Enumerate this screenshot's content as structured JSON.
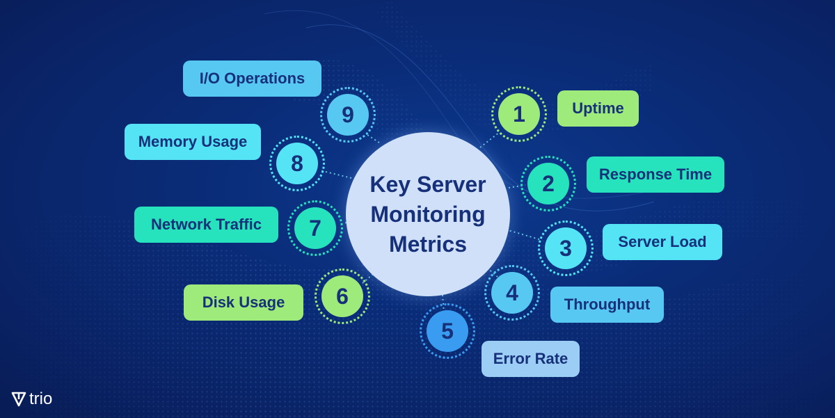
{
  "center": {
    "title_lines": [
      "Key Server",
      "Monitoring",
      "Metrics"
    ]
  },
  "metrics": [
    {
      "number": "1",
      "label": "Uptime"
    },
    {
      "number": "2",
      "label": "Response Time"
    },
    {
      "number": "3",
      "label": "Server Load"
    },
    {
      "number": "4",
      "label": "Throughput"
    },
    {
      "number": "5",
      "label": "Error Rate"
    },
    {
      "number": "6",
      "label": "Disk Usage"
    },
    {
      "number": "7",
      "label": "Network Traffic"
    },
    {
      "number": "8",
      "label": "Memory Usage"
    },
    {
      "number": "9",
      "label": "I/O Operations"
    }
  ],
  "colors": {
    "background": "#0a2c78",
    "center_fill": "#cfe0f8",
    "text_dark": "#16307a",
    "green": "#9eea7a",
    "teal": "#27e3bd",
    "cyan": "#55e4f6",
    "sky": "#57c8f2",
    "blue": "#3a9cf0",
    "light_blue": "#9ccdf5"
  },
  "brand": {
    "logo_text": "trio",
    "logo_icon": "trio-logo-icon"
  }
}
